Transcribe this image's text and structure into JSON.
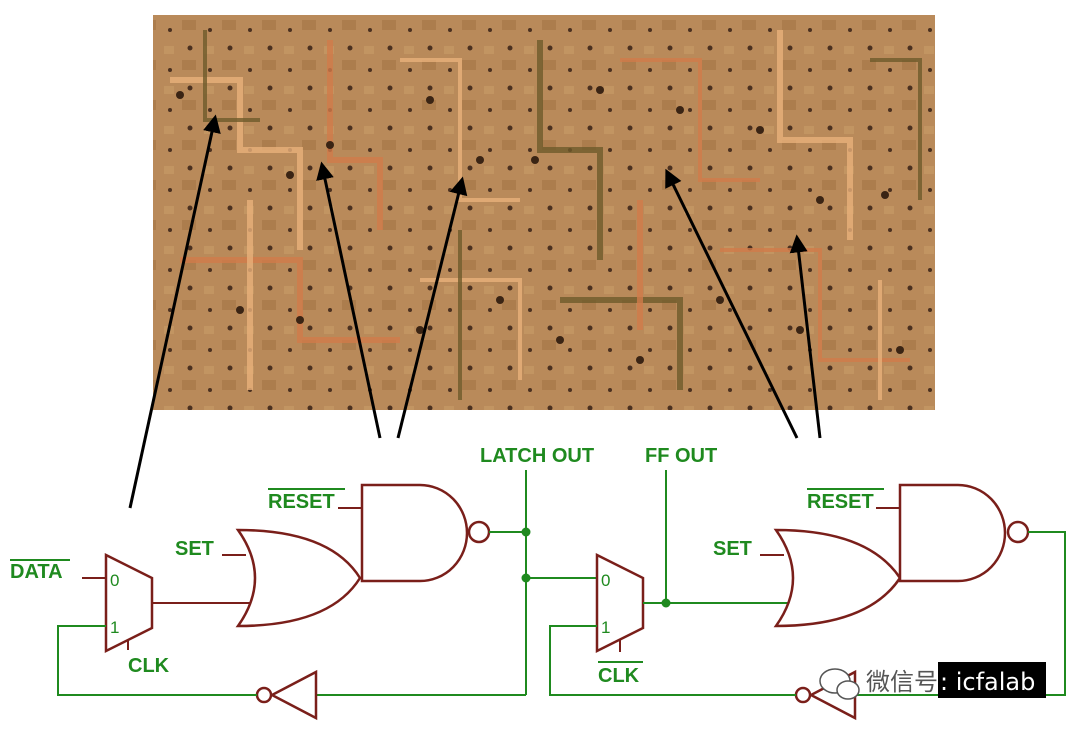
{
  "labels": {
    "data_bar": "DATA",
    "reset_1": "RESET",
    "set_1": "SET",
    "clk": "CLK",
    "mux1_in0": "0",
    "mux1_in1": "1",
    "latch_out": "LATCH OUT",
    "ff_out": "FF OUT",
    "reset_2": "RESET",
    "set_2": "SET",
    "mux2_in0": "0",
    "mux2_in1": "1",
    "clk_bar": "CLK"
  },
  "watermark": {
    "prefix": "微信号",
    "id": ": icfalab"
  },
  "colors": {
    "gate_stroke": "#7a1f1a",
    "wire_green": "#1f8a1f",
    "die_base": "#b98a5a"
  },
  "die_photo": {
    "description_icon": "chip-die-micrograph"
  }
}
